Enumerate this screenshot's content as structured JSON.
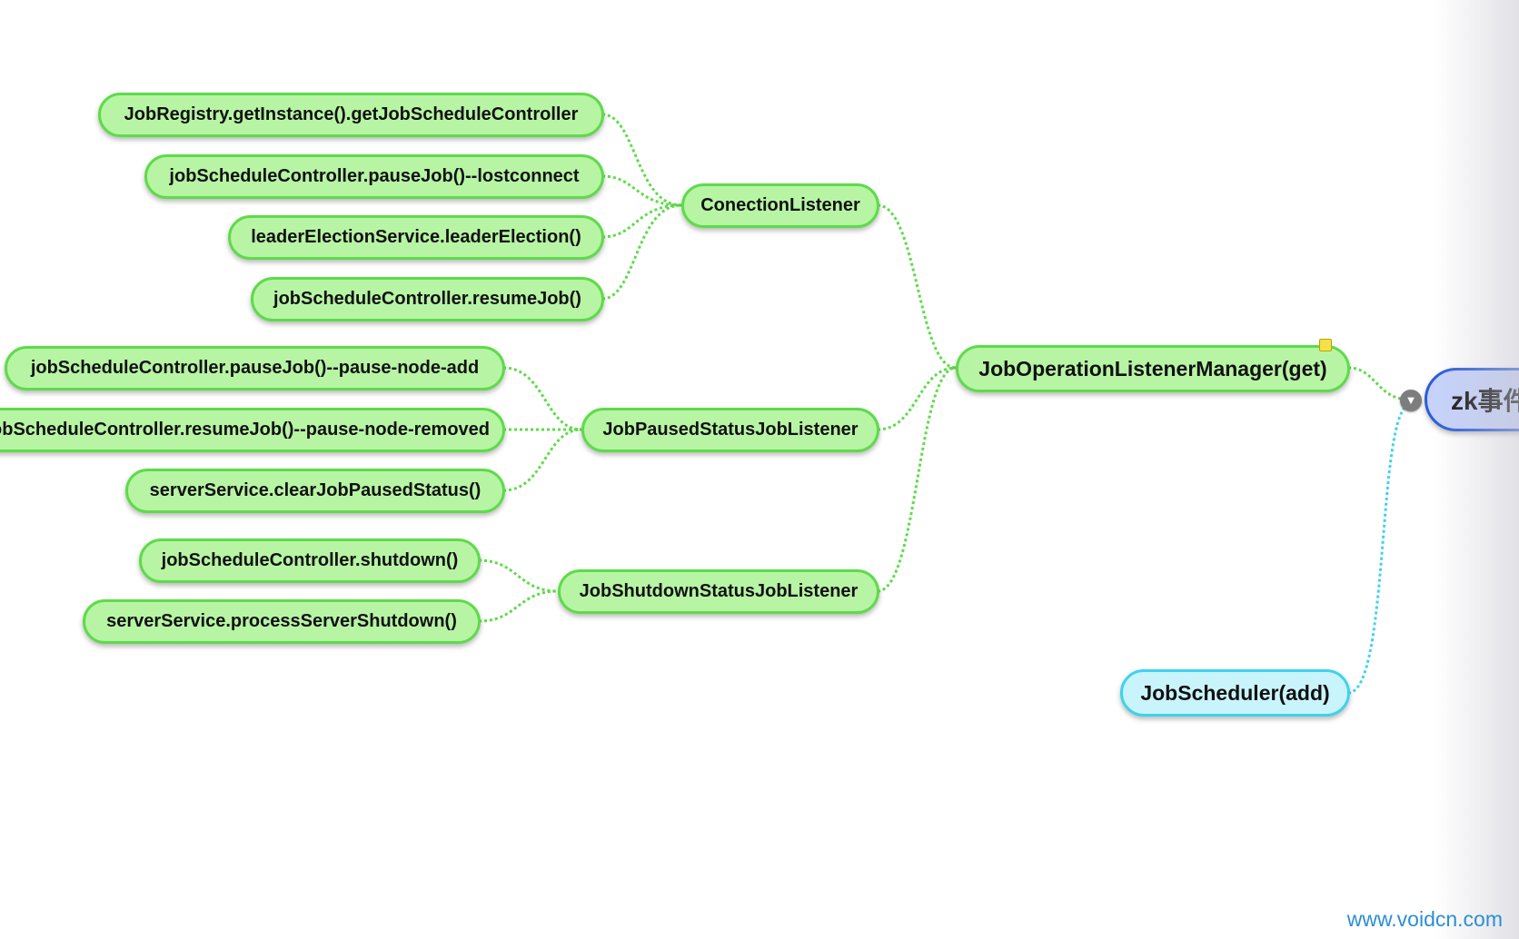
{
  "map": {
    "root": {
      "label": "zk事件"
    },
    "hub": {
      "label": "JobOperationListenerManager(get)"
    },
    "scheduler": {
      "label": "JobScheduler(add)"
    },
    "listeners": [
      {
        "label": "ConectionListener",
        "children": [
          "JobRegistry.getInstance().getJobScheduleController",
          "jobScheduleController.pauseJob()--lostconnect",
          "leaderElectionService.leaderElection()",
          "jobScheduleController.resumeJob()"
        ]
      },
      {
        "label": "JobPausedStatusJobListener",
        "children": [
          "jobScheduleController.pauseJob()--pause-node-add",
          "jobScheduleController.resumeJob()--pause-node-removed",
          "serverService.clearJobPausedStatus()"
        ]
      },
      {
        "label": "JobShutdownStatusJobListener",
        "children": [
          "jobScheduleController.shutdown()",
          "serverService.processServerShutdown()"
        ]
      }
    ]
  },
  "watermark": "www.voidcn.com",
  "colors": {
    "green_fill": "#b7f5a4",
    "green_border": "#5edb4a",
    "blue_fill": "#c9f4fb",
    "blue_border": "#3fd2ec",
    "root_fill": "#c6d2fb",
    "root_border": "#2a5ed8",
    "watermark": "#2b8fd4"
  },
  "icons": {
    "note": "note-marker-icon",
    "collapse": "triangle-down-icon"
  }
}
